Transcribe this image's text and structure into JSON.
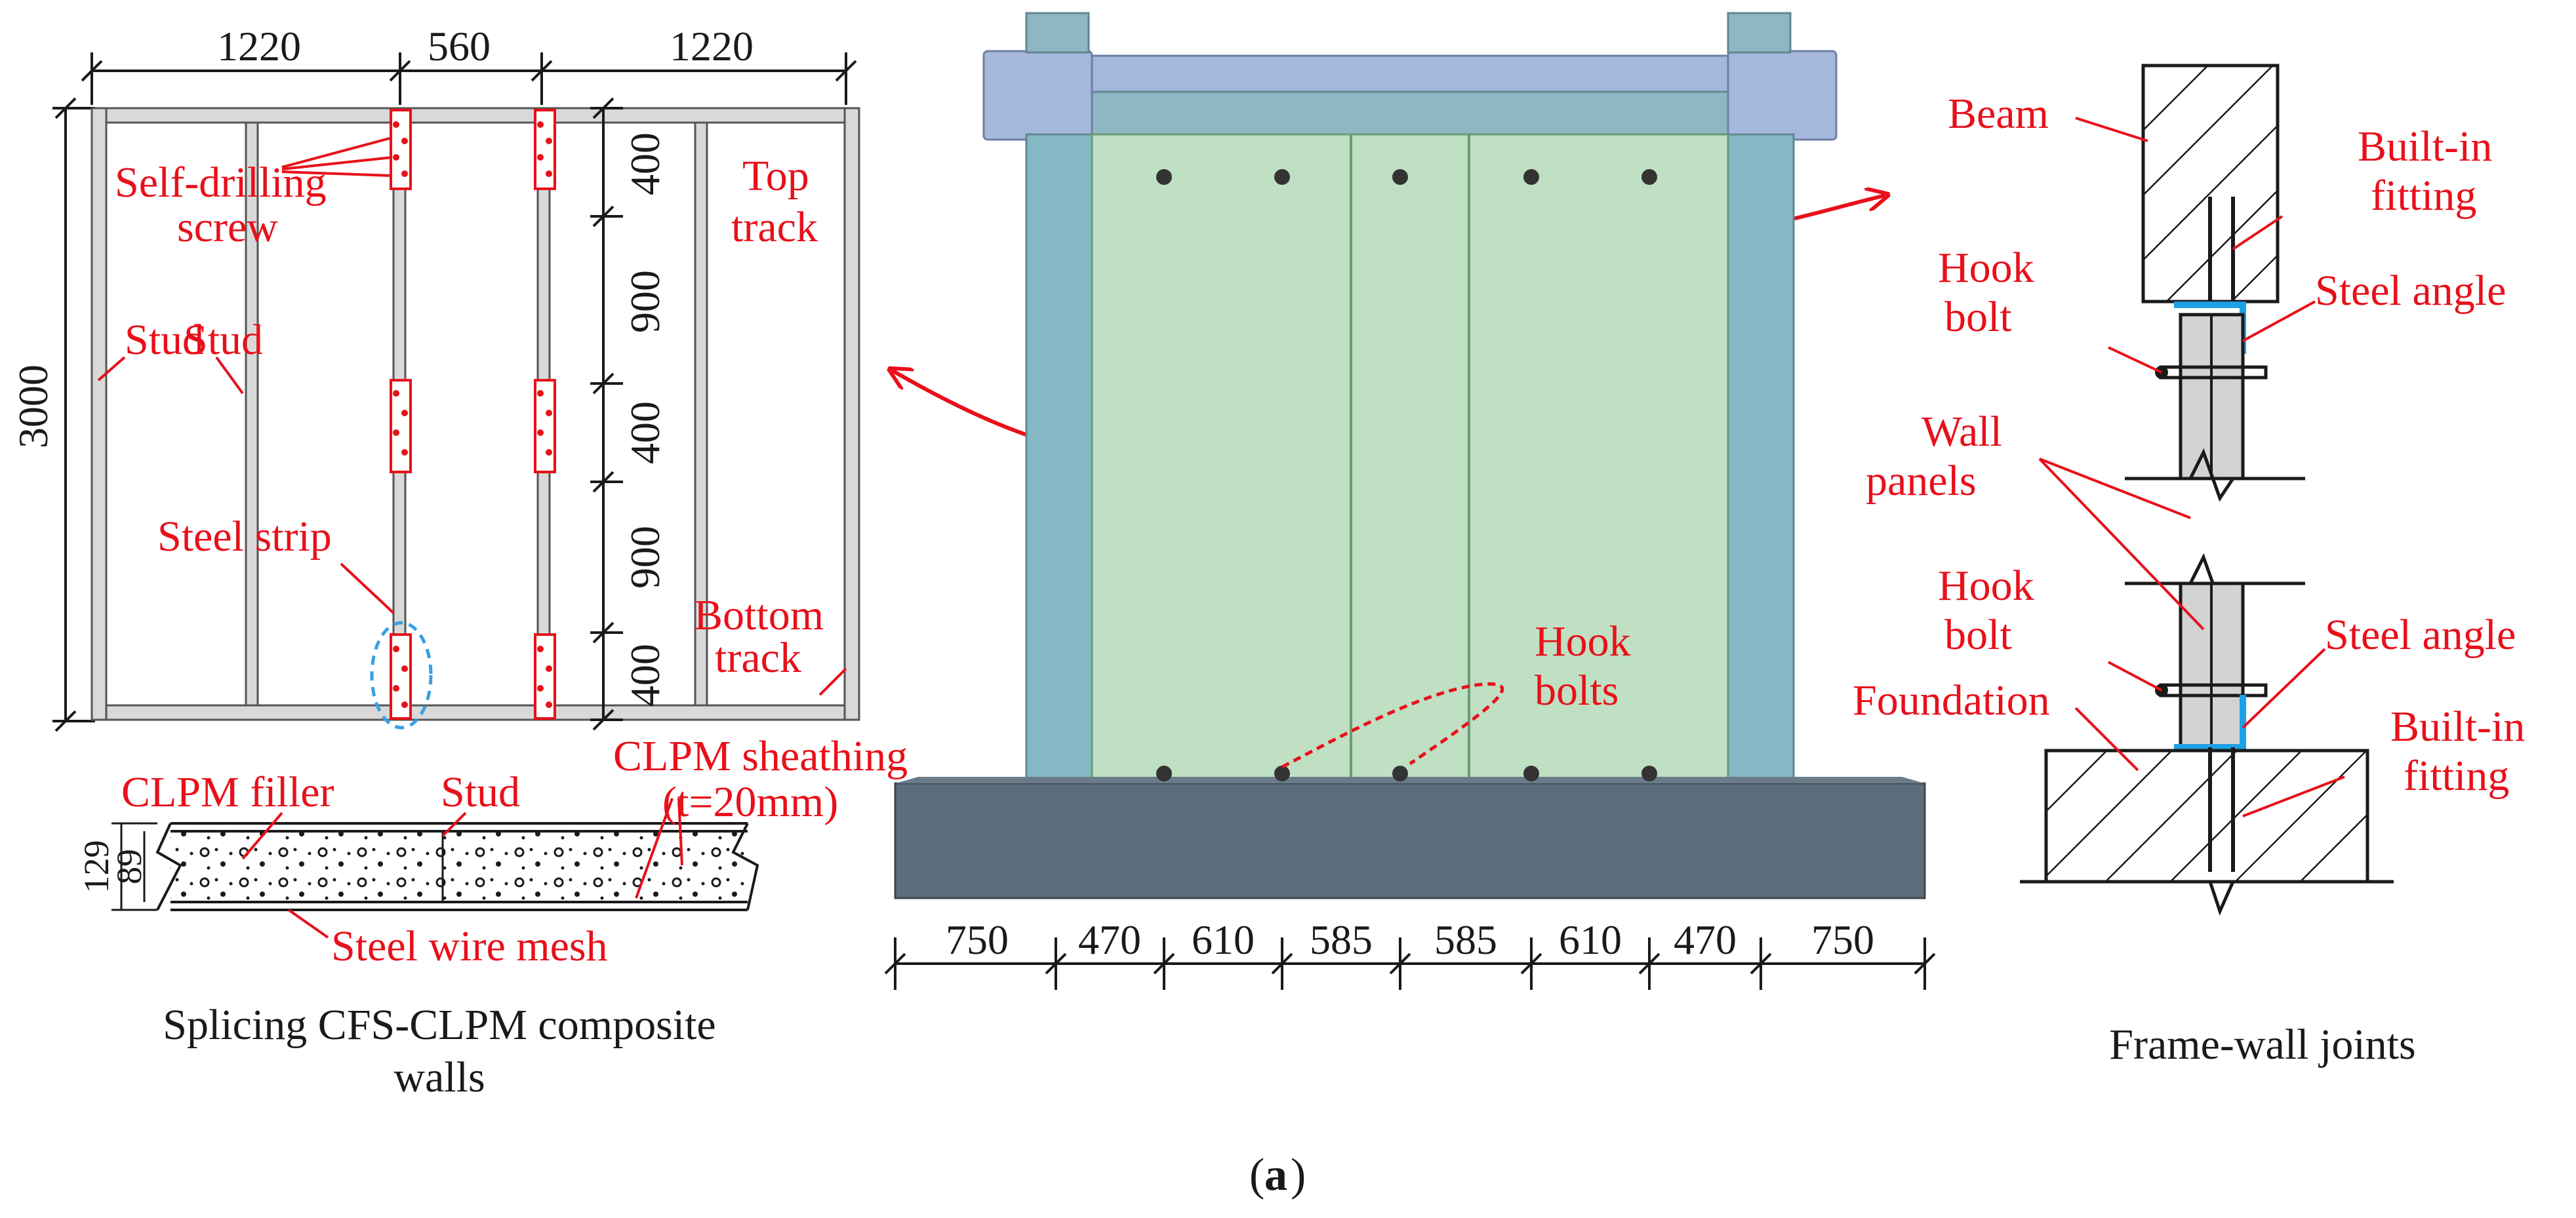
{
  "panel_letter": "a",
  "left": {
    "caption": [
      "Splicing CFS-CLPM composite",
      "walls"
    ],
    "dims_top": [
      "1220",
      "560",
      "1220"
    ],
    "dim_height": "3000",
    "dims_vertical": [
      "400",
      "900",
      "400",
      "900",
      "400"
    ],
    "labels": {
      "self_drilling_1": "Self-drilling",
      "self_drilling_2": "screw",
      "top_track_1": "Top",
      "top_track_2": "track",
      "stud": "Stud",
      "steel_strip": "Steel strip",
      "bottom_track_1": "Bottom",
      "bottom_track_2": "track"
    },
    "section": {
      "clpm_filler": "CLPM filler",
      "stud": "Stud",
      "sheathing_1": "CLPM sheathing",
      "sheathing_2": "(t=20mm)",
      "dim_129": "129",
      "dim_89": "89",
      "wire_mesh": "Steel wire mesh"
    }
  },
  "middle": {
    "hook_bolts_1": "Hook",
    "hook_bolts_2": "bolts",
    "dims_bottom": [
      "750",
      "470",
      "610",
      "585",
      "585",
      "610",
      "470",
      "750"
    ],
    "colors": {
      "frame": "#84b8c4",
      "wall": "#bfe0c2",
      "beam": "#9db2d8",
      "base": "#5c6e7c"
    }
  },
  "right": {
    "caption": "Frame-wall joints",
    "beam": "Beam",
    "builtin_top_1": "Built-in",
    "builtin_top_2": "fitting",
    "hook_top_1": "Hook",
    "hook_top_2": "bolt",
    "angle_top": "Steel angle",
    "wall_1": "Wall",
    "wall_2": "panels",
    "hook_bot_1": "Hook",
    "hook_bot_2": "bolt",
    "angle_bot": "Steel angle",
    "foundation": "Foundation",
    "builtin_bot_1": "Built-in",
    "builtin_bot_2": "fitting"
  }
}
